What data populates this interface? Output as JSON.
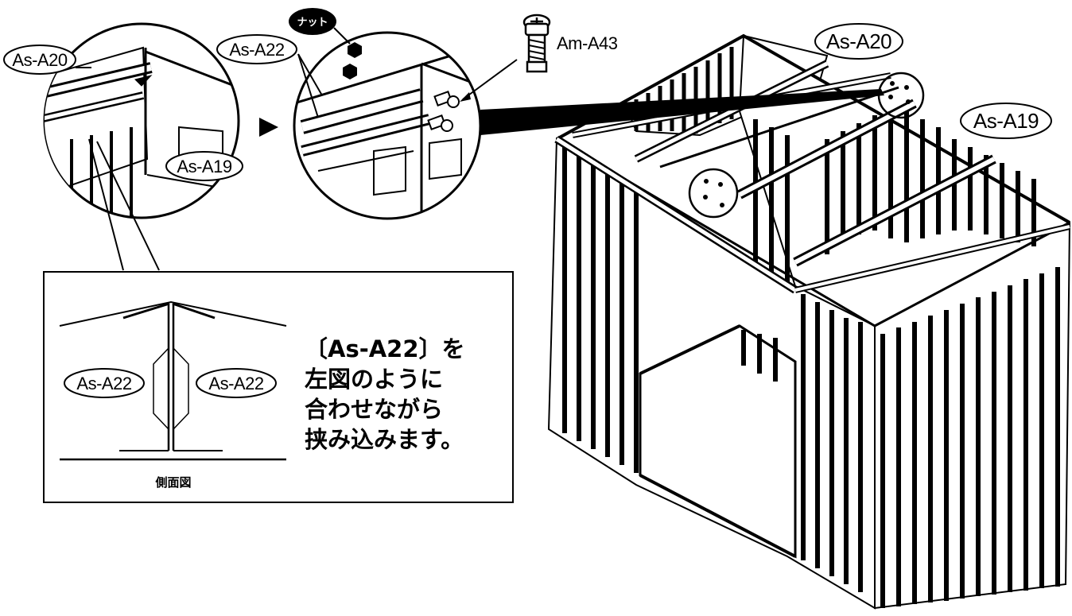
{
  "labels": {
    "part_a20": "As-A20",
    "part_a19": "As-A19",
    "part_a22": "As-A22",
    "screw": "Am-A43",
    "nut": "ナット"
  },
  "detail": {
    "caption": "側面図",
    "left_part": "As-A22",
    "right_part": "As-A22"
  },
  "instruction": {
    "line1": "〔As-A22〕を",
    "line2": "左図のように",
    "line3": "合わせながら",
    "line4": "挟み込みます。"
  }
}
